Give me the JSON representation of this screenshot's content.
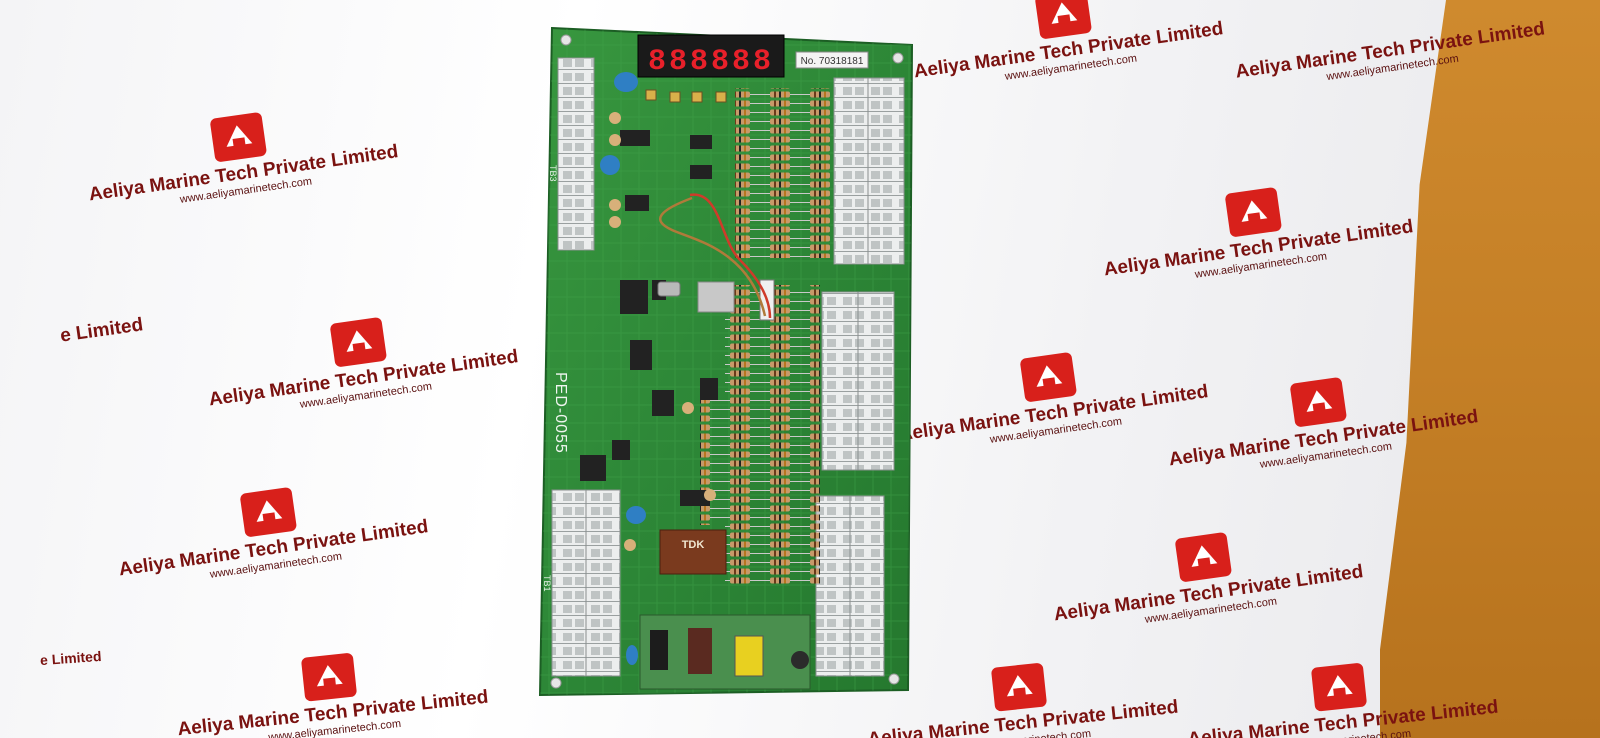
{
  "watermark": {
    "company": "Aeliya Marine Tech Private Limited",
    "website": "www.aeliyamarinetech.com",
    "fragment": "e Limited"
  },
  "board": {
    "model_marking": "PED-0055",
    "serial_label": "No. 70318181",
    "display_digits": "888888",
    "module_brand": "TDK",
    "connector_marking_top": "TB3",
    "connector_marking_bottom": "TB1"
  },
  "colors": {
    "pcb": "#2f8a3a",
    "pcb_dark": "#1f6a2a",
    "terminal": "#e8eaea",
    "display": "#d81a1a",
    "logo_red": "#d8201b",
    "cardboard": "#c47f26"
  }
}
